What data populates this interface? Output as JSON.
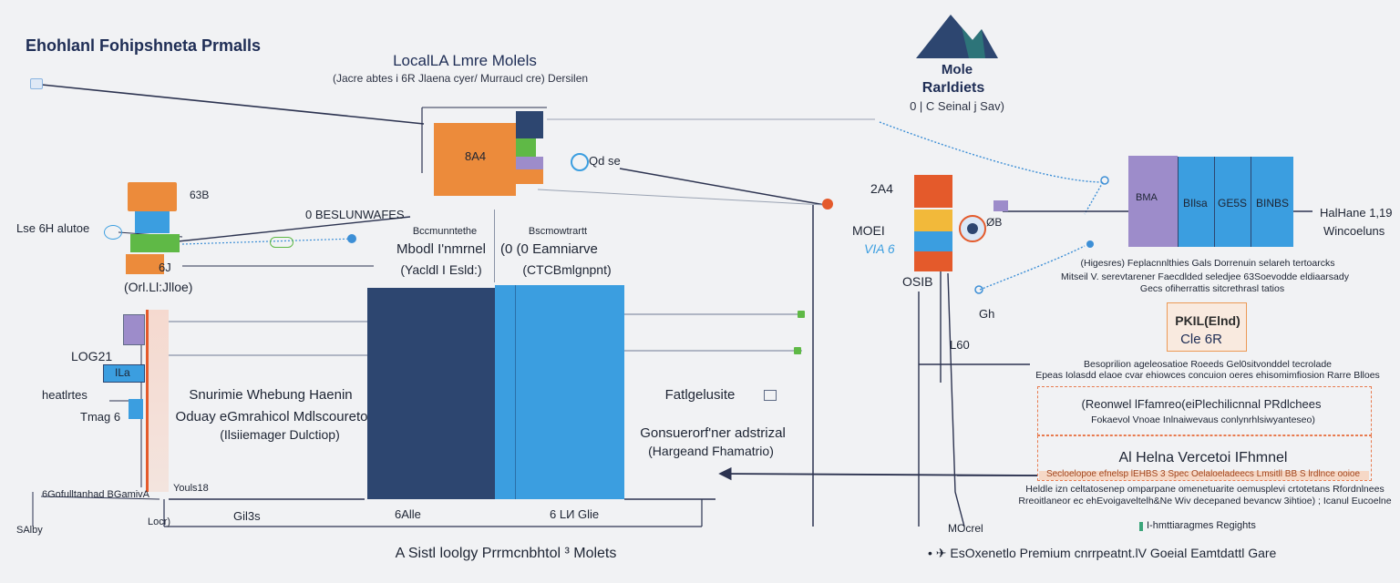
{
  "title": "Ehohlanl Fohipshneta Prmalls",
  "header": {
    "heading": "LocalLA Lmre Molels",
    "subheading": "(Jacre abtes i 6R Jlaena cyer/ Murraucl cre) Dersilen"
  },
  "logo": {
    "line1": "Mole",
    "line2": "Rarldiets",
    "caption": "0 | C Seinal j Sav)"
  },
  "left_column": {
    "tag_top": "63B",
    "label_left": "Lse 6H alutoe",
    "tag_mid": "6J",
    "tag_lower": "(Orl.Ll:Jlloe)",
    "label_local": "LOG21",
    "label_features": "heatlrtes",
    "label_tmag": "Tmag 6",
    "badge": "ILa",
    "bottom_left": "6Gofulltanhad BGamivA",
    "bottom_left2": "SAlby",
    "tick_18": "Youls18",
    "tick_loci": "Locr)"
  },
  "center": {
    "arrow_label": "0 BESLUNWAFES",
    "orange_label": "8A4",
    "side_label": "Qd se",
    "mid_left_title": "Bccmunntethe",
    "mid_left_line2": "Mbodl I'nmrnel",
    "mid_left_line3": "(Yacldl I Esld:)",
    "mid_right_title": "Bscmowtrartt",
    "mid_right_line2": "Eamniarve",
    "mid_right_line3": "(CTCBmlgnpnt)",
    "mid_glyph": "(0 (0",
    "left_block": {
      "line1": "Snurimie Whebung Haenin",
      "line2": "Oduay eGmrahicol Mdlscoureto",
      "line3": "(Ilsiiemager Dulctiop)"
    },
    "right_block": {
      "line1": "Fatlgelusite",
      "line2": "Gonsuerorf'ner adstrizal",
      "line3": "(Hargeand Fhamatrio)"
    },
    "axis_labels": [
      "Gil3s",
      "6Alle",
      "6 LИ Glie"
    ],
    "footer": "A Sistl loolgy Prrmcnbhtol ³ Molets"
  },
  "right_column": {
    "stack_label": "2A4",
    "mod_label": "MOEI",
    "mod_sub": "VIA 6",
    "node_label": "OSIB",
    "side_tag": "ØB",
    "tag_gh": "Gh",
    "tag_60": "L60",
    "tag_bottom": "MOcrel",
    "panel_labels": [
      "BMA",
      "BIlsa",
      "GE5S",
      "BINBS"
    ],
    "panel_side_1": "HalHane 1,19",
    "panel_side_2": "Wincoeluns",
    "desc_1": "(Higesres) Feplacnnlthies Gals  Dorrenuin selareh tertoarcks",
    "desc_2": "Mitseil  V. serevtarener Faecdlded seledjee 63Soevodde eldiaarsady",
    "desc_3": "Gecs ofiherrattis sitcrethrasl tatios",
    "stamp_line1": "PKIL(Elnd)",
    "stamp_line2": "Cle 6R",
    "list_1": "Besoprilion ageleosatioe Roeeds Gel0sitvonddel tecrolade",
    "list_2": "Epeas Iolasdd elaoe  cvar ehiowces concuion oeres ehisomimfiosion  Rarre Blloes",
    "box1_line1": "(Reonwel lFfamreo(eiPlechilicnnal PRdlchees",
    "box1_line2": "Fokaevol Vnoae  Inlnaiwevaus conlynrhlsiwyanteseo)",
    "box2_title": "Al Helna Vercetoi IFhmnel",
    "box2_strip": "Secloelopoe efnelsp  lEHBS 3  Spec Oelaloeladeecs Lmsitll  BB S  lrdlnce ooioe",
    "box2_line1": "Heldle izn celtatosenep omparpane omenetuarite oemusplevi crtotetans Rfordnlnees",
    "box2_line2": "Rreoitlaneor ec ehEvoigaveltelh&Ne Wiv decepaned bevancw 3ihtioe) ; Icanul Eucoelne",
    "list_sm": "I-hmttiaragmes  Regights",
    "legend": "• ✈ EsOxenetlo Premium cnrrpeatnt.lV Goeial Eamtdattl Gare"
  },
  "colors": {
    "navy": "#2d4670",
    "blue": "#3b9ee0",
    "orange": "#ec8b3b",
    "red_orange": "#e45a2b",
    "green": "#5fb946",
    "purple": "#9d8cca",
    "amber": "#f2b93a",
    "line": "#2c3350",
    "dash_blue": "#3d8fd6"
  }
}
